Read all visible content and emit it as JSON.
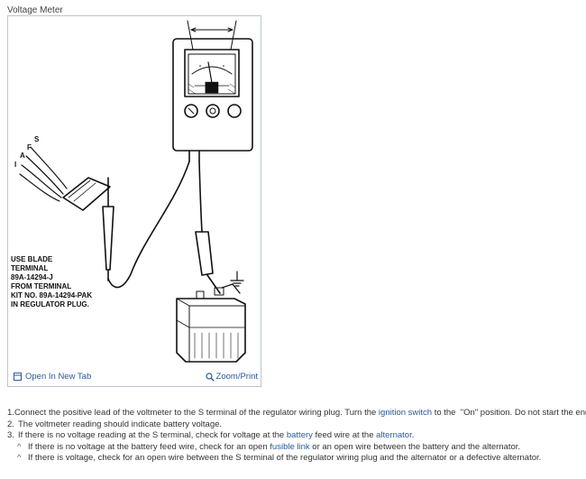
{
  "figure": {
    "title": "Voltage Meter",
    "open_in_new_tab": "Open In New Tab",
    "zoom_print": "Zoom/Print",
    "diagram_labels": {
      "wire_letters": [
        "S",
        "F",
        "A",
        "I"
      ],
      "note_lines": [
        "USE BLADE",
        "TERMINAL",
        "89A-14294-J",
        "FROM TERMINAL",
        "KIT NO. 89A-14294-PAK",
        "IN REGULATOR PLUG."
      ]
    }
  },
  "steps": {
    "s1": {
      "num": "1.",
      "part1": "Connect the positive lead of the voltmeter to the S terminal of the regulator wiring plug. Turn the ",
      "link": "ignition switch",
      "part2": " to the  \"On\" position. Do not start the engine."
    },
    "s2": {
      "num": "2.",
      "text": "The voltmeter reading should indicate battery voltage."
    },
    "s3": {
      "num": "3.",
      "part1": "If there is no voltage reading at the S terminal, check for voltage at the ",
      "link1": "battery",
      "part2": " feed wire at the ",
      "link2": "alternator",
      "part3": "."
    },
    "sub1": {
      "bullet": "^",
      "part1": "If there is no voltage at the battery feed wire, check for an open ",
      "link": "fusible link",
      "part2": " or an open wire between the battery and the alternator."
    },
    "sub2": {
      "bullet": "^",
      "text": "If there is voltage, check for an open wire between the S terminal of the regulator wiring plug and the alternator or a defective alternator."
    }
  }
}
